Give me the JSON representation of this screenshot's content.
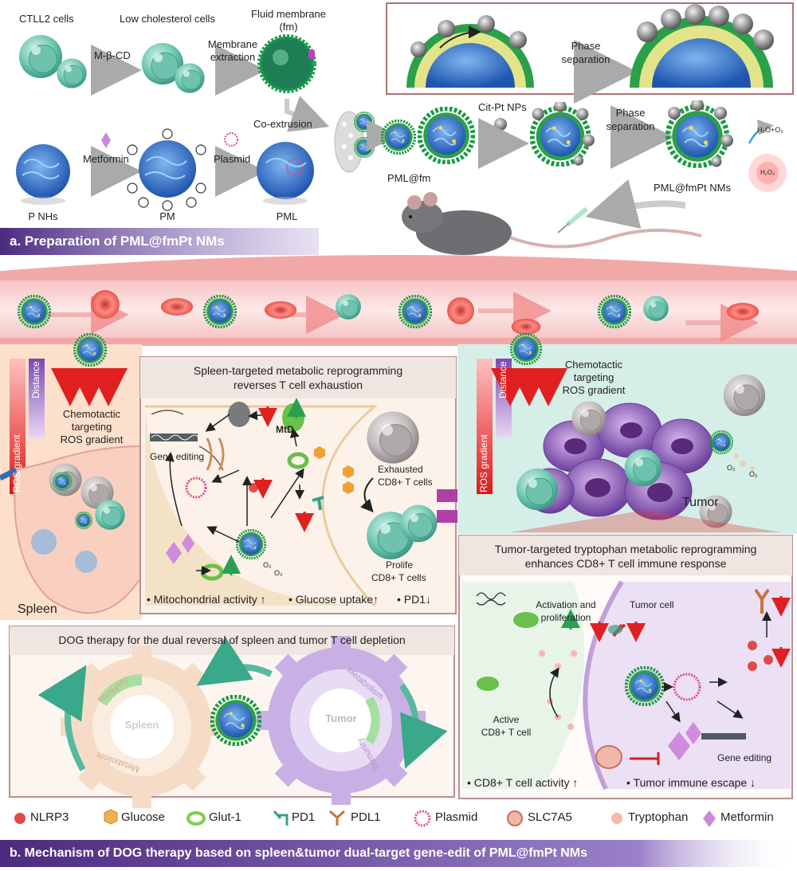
{
  "prep": {
    "ctll2": "CTLL2 cells",
    "low_chol": "Low cholesterol cells",
    "fluid_membrane": "Fluid membrane",
    "fm": "(fm)",
    "mbcd": "M-β-CD",
    "membrane_extraction_1": "Membrane",
    "membrane_extraction_2": "extraction",
    "co_extrusion": "Co-extrusion",
    "metformin": "Metformin",
    "plasmid": "Plasmid",
    "pnhs": "P NHs",
    "pm": "PM",
    "pml": "PML",
    "pml_fm": "PML@fm",
    "citpt": "Cit-Pt NPs",
    "phase_sep_1": "Phase",
    "phase_sep_2": "separation",
    "phase_sep_top_1": "Phase",
    "phase_sep_top_2": "separation",
    "pml_fmpt": "PML@fmPt NMs",
    "h2o_o2": "H₂O+O₂",
    "h2o2": "H₂O₂"
  },
  "banner_a": "a. Preparation of PML@fmPt NMs",
  "banner_b": "b. Mechanism of DOG therapy based on spleen&tumor dual-target gene-edit of PML@fmPt NMs",
  "left": {
    "ros_gradient": "ROS gradient",
    "distance": "Distance",
    "chemotactic_1": "Chemotactic",
    "chemotactic_2": "targeting",
    "chemotactic_3": "ROS gradient",
    "spleen": "Spleen"
  },
  "spleen_panel": {
    "title_1": "Spleen-targeted metabolic reprogramming",
    "title_2": "reverses T cell exhaustion",
    "gene_editing": "Gene editing",
    "mtd": "MtD",
    "exhausted_1": "Exhausted",
    "exhausted_2": "CD8+ T cells",
    "prolife_1": "Prolife",
    "prolife_2": "CD8+ T cells",
    "o2a": "O₂",
    "o2b": "O₂",
    "foot_1": "Mitochondrial activity",
    "foot_2": "Glucose uptake",
    "foot_3": "PD1"
  },
  "right": {
    "ros_gradient": "ROS gradient",
    "distance": "Distance",
    "chemotactic_1": "Chemotactic",
    "chemotactic_2": "targeting",
    "chemotactic_3": "ROS gradient",
    "tumor": "Tumor",
    "o2a": "O₂",
    "o2b": "O₂"
  },
  "tumor_panel": {
    "title_1": "Tumor-targeted tryptophan metabolic reprogramming",
    "title_2": "enhances CD8+ T cell immune response",
    "activation_1": "Activation and",
    "activation_2": "proliferation",
    "tumor_cell": "Tumor cell",
    "active_1": "Active",
    "active_2": "CD8+ T cell",
    "gene_editing": "Gene editing",
    "foot_1": "CD8+ T cell activity",
    "foot_2": "Tumor immune escape"
  },
  "dog_panel": {
    "title": "DOG therapy for the dual reversal of spleen and tumor T cell depletion",
    "spleen": "Spleen",
    "tumor": "Tumor",
    "immunity": "Immunity",
    "metabolism": "Metabolism",
    "metabolism2": "Metabolism",
    "immunity2": "Immunity"
  },
  "legend": {
    "nlrp3": "NLRP3",
    "glucose": "Glucose",
    "glut1": "Glut-1",
    "pd1": "PD1",
    "pdl1": "PDL1",
    "plasmid": "Plasmid",
    "slc7a5": "SLC7A5",
    "tryptophan": "Tryptophan",
    "metformin": "Metformin"
  },
  "colors": {
    "teal_cell": "#5cc0a8",
    "nano_green": "#1aa04a",
    "nano_blue": "#2a66c8",
    "banner_purple": "#5b3a8f",
    "red": "#e03030",
    "tumor_purple": "#8a5cc0",
    "gray_cell": "#a9a4a4"
  }
}
